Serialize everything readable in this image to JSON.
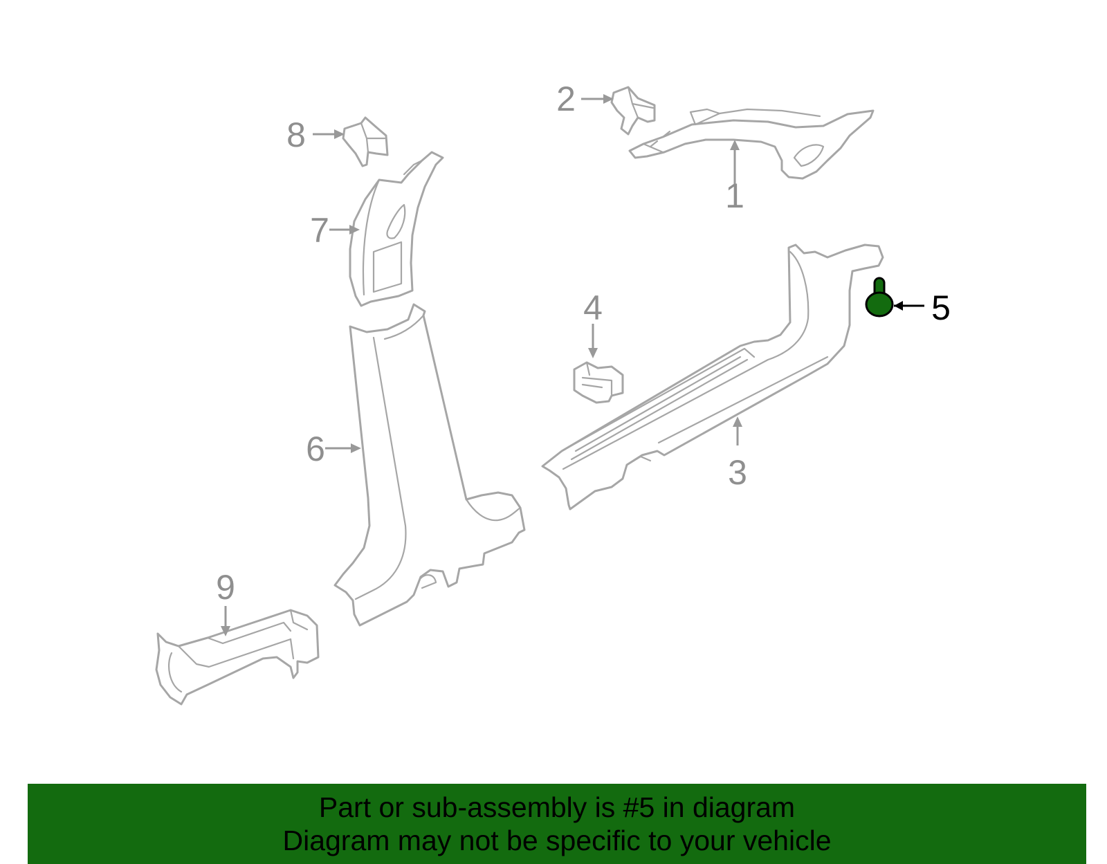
{
  "callouts": {
    "c1": "1",
    "c2": "2",
    "c3": "3",
    "c4": "4",
    "c5": "5",
    "c6": "6",
    "c7": "7",
    "c8": "8",
    "c9": "9"
  },
  "highlight": {
    "part": "5",
    "color": "#136b0f"
  },
  "banner": {
    "line1": "Part or sub-assembly is #5 in diagram",
    "line2": "Diagram may not be specific to your vehicle",
    "background": "#136b0f"
  }
}
